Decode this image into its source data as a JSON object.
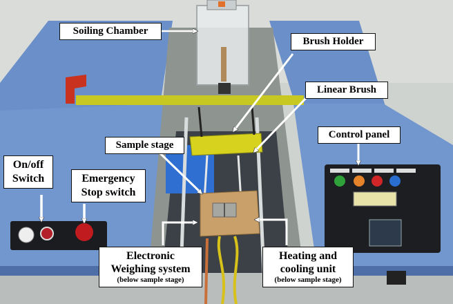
{
  "labels": {
    "soiling_chamber": "Soiling Chamber",
    "brush_holder": "Brush Holder",
    "linear_brush": "Linear Brush",
    "control_panel": "Control panel",
    "sample_stage": "Sample stage",
    "onoff_line1": "On/off",
    "onoff_line2": "Switch",
    "emergency_line1": "Emergency",
    "emergency_line2": "Stop switch",
    "weighing_line1": "Electronic",
    "weighing_line2": "Weighing system",
    "weighing_sub": "(below sample stage)",
    "heating_line1": "Heating and",
    "heating_line2": "cooling unit",
    "heating_sub": "(below sample stage)"
  },
  "colors": {
    "panel_blue": "#6b8fc9",
    "brush_yellow": "#d6d21e",
    "stage_wood": "#c9a06a",
    "clamp_red": "#c8321e"
  }
}
